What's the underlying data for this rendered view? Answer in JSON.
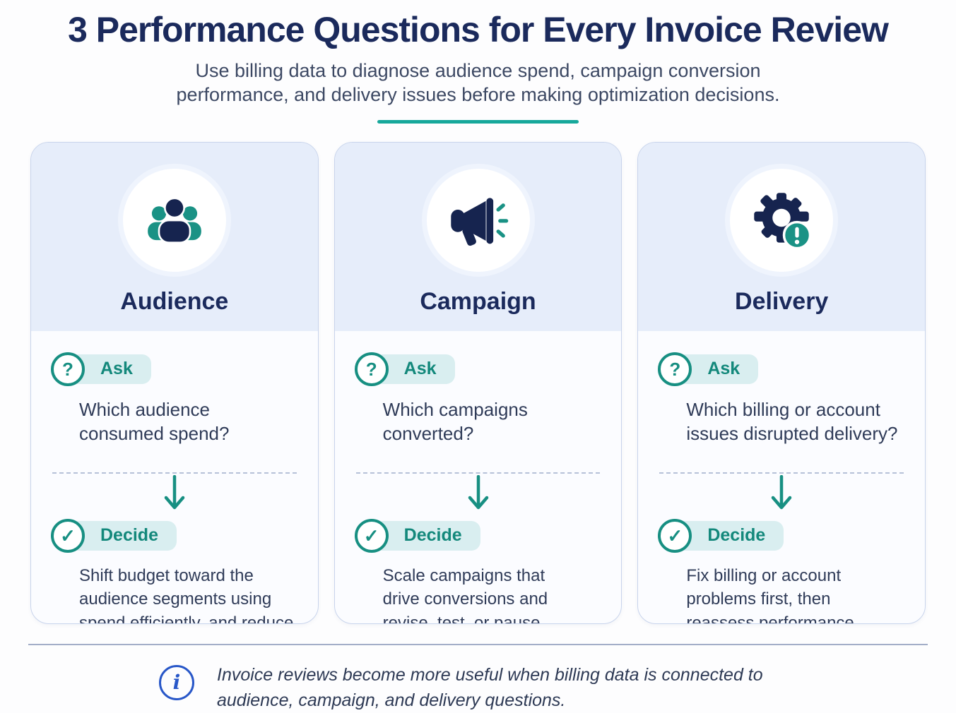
{
  "header": {
    "title": "3 Performance Questions for Every Invoice Review",
    "subtitle": "Use billing data to diagnose audience spend, campaign conversion\nperformance, and delivery issues before making optimization decisions."
  },
  "labels": {
    "ask": "Ask",
    "decide": "Decide",
    "question_mark": "?",
    "checkmark": "✓",
    "info": "i"
  },
  "cards": [
    {
      "title": "Audience",
      "icon": "people-group-icon",
      "question": "Which audience\nconsumed spend?",
      "decision": "Shift budget toward the\naudience segments using\nspend efficiently, and reduce\ninvestment in weak or\nwasteful segments."
    },
    {
      "title": "Campaign",
      "icon": "megaphone-icon",
      "question": "Which campaigns\nconverted?",
      "decision": "Scale campaigns that\ndrive conversions and\nrevise, test, or pause\ncampaigns that are not\nperforming."
    },
    {
      "title": "Delivery",
      "icon": "gear-alert-icon",
      "question": "Which billing or account\nissues disrupted delivery?",
      "decision": "Fix billing or account\nproblems first, then\nreassess performance\nonce delivery is stable."
    }
  ],
  "footer": {
    "note": "Invoice reviews become more useful when billing data is connected to\naudience, campaign, and delivery questions."
  },
  "colors": {
    "navy": "#1b2a5c",
    "icon_navy": "#16244f",
    "teal": "#178f82",
    "teal_text": "#13887b",
    "pill_teal_bg": "#d9eef0",
    "underline_teal": "#17a89b",
    "card_header_bg": "#e6edfa",
    "card_border": "#c8d4ec",
    "body_text": "#2f3b58",
    "info_blue": "#2857c8"
  }
}
